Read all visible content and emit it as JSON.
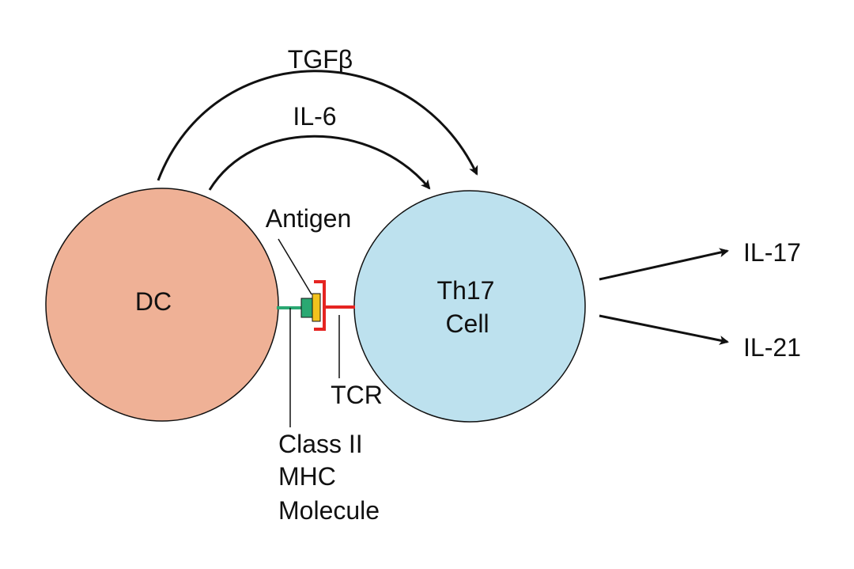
{
  "labels": {
    "tgfb": "TGFβ",
    "il6": "IL-6",
    "dc": "DC",
    "th17_line1": "Th17",
    "th17_line2": "Cell",
    "antigen": "Antigen",
    "tcr": "TCR",
    "mhc_line1": "Class II",
    "mhc_line2": "MHC",
    "mhc_line3": "Molecule",
    "il17": "IL-17",
    "il21": "IL-21"
  },
  "colors": {
    "dc_fill": "#efb196",
    "th17_fill": "#bde1ee",
    "mhc_green": "#2aa872",
    "antigen_yellow": "#f2c21d",
    "tcr_red": "#e52421",
    "stroke": "#111111"
  }
}
